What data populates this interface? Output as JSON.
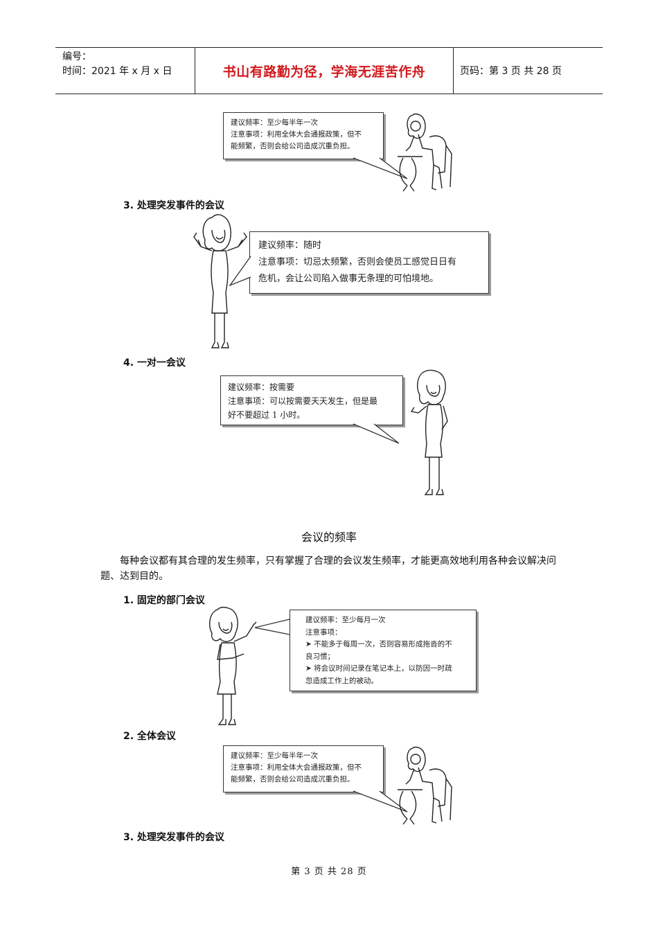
{
  "header": {
    "number_label": "编号：",
    "date_label": "时间：2021 年 x 月 x 日",
    "motto": "书山有路勤为径，学海无涯苦作舟",
    "page_info": "页码：第 3 页  共 28 页"
  },
  "blocks": {
    "top_all_hands": {
      "line1": "建议频率：至少每半年一次",
      "line2": "注意事项：利用全体大会通报政策，但不",
      "line3": "能频繁，否则会给公司造成沉重负担。"
    },
    "h3_a": "3. 处理突发事件的会议",
    "emergency": {
      "line1": "建议频率：随时",
      "line2": "注意事项：切忌太频繁，否则会使员工感觉日日有",
      "line3": "危机，会让公司陷入做事无条理的可怕境地。"
    },
    "h4": "4. 一对一会议",
    "one_on_one": {
      "line1": "建议频率：按需要",
      "line2": "注意事项：可以按需要天天发生，但是最",
      "line3": "好不要超过 1 小时。"
    },
    "center_title": "会议的频率",
    "paragraph": "每种会议都有其合理的发生频率，只有掌握了合理的会议发生频率，才能更高效地利用各种会议解决问题、达到目的。",
    "h1": "1. 固定的部门会议",
    "dept": {
      "line1": "建议频率：至少每月一次",
      "line2": "注意事项：",
      "line3": "➤ 不能多于每周一次，否则容易形成拖沓的不",
      "line4": "良习惯；",
      "line5": "➤ 将会议时间记录在笔记本上，以防因一时疏",
      "line6": "忽造成工作上的被动。"
    },
    "h2": "2. 全体会议",
    "all_hands": {
      "line1": "建议频率：至少每半年一次",
      "line2": "注意事项：利用全体大会通报政策，但不",
      "line3": "能频繁，否则会给公司造成沉重负担。"
    },
    "h3_b": "3. 处理突发事件的会议"
  },
  "footer": "第 3 页 共 28 页",
  "colors": {
    "motto": "#d0191d",
    "rule": "#222222",
    "box_shadow": "#9a9a9a"
  }
}
